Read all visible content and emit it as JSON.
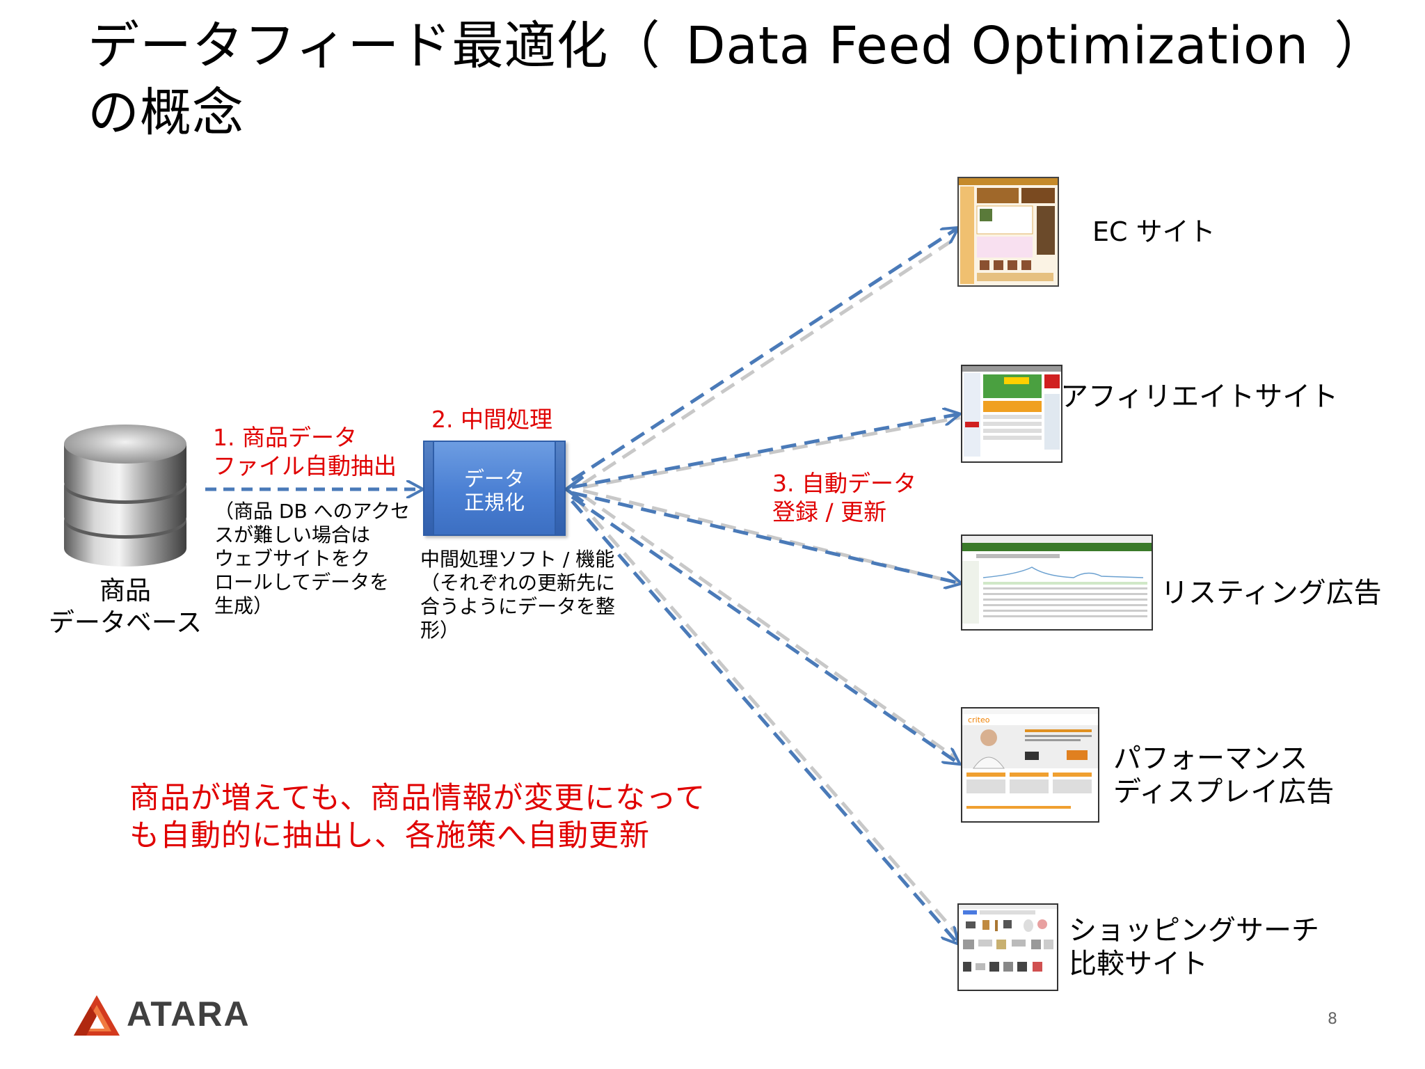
{
  "title": {
    "line1_ja": "データフィード最適化（",
    "line1_en": "Data Feed Optimization",
    "line1_close": "）",
    "line2": "の概念"
  },
  "database": {
    "icon": "database-icon",
    "label_line1": "商品",
    "label_line2": "データベース"
  },
  "step1": {
    "line1": "1. 商品データ",
    "line2": "ファイル自動抽出",
    "note_lines": [
      "（商品 DB へのアクセ",
      "スが難しい場合は",
      "ウェブサイトをク",
      "ロールしてデータを",
      "生成）"
    ]
  },
  "step2": {
    "label": "2. 中間処理",
    "box_line1": "データ",
    "box_line2": "正規化",
    "note_lines": [
      "中間処理ソフト / 機能",
      "（それぞれの更新先に",
      "合うようにデータを整",
      "形）"
    ]
  },
  "step3": {
    "line1": "3. 自動データ",
    "line2": "登録 / 更新"
  },
  "targets": [
    {
      "label_line1": "EC サイト",
      "label_line2": ""
    },
    {
      "label_line1": "アフィリエイトサイト",
      "label_line2": ""
    },
    {
      "label_line1": "リスティング広告",
      "label_line2": ""
    },
    {
      "label_line1": "パフォーマンス",
      "label_line2": "ディスプレイ広告"
    },
    {
      "label_line1": "ショッピングサーチ",
      "label_line2": "比較サイト"
    }
  ],
  "conclusion": {
    "line1": "商品が増えても、商品情報が変更になって",
    "line2": "も自動的に抽出し、各施策へ自動更新"
  },
  "logo": {
    "text": "ATARA",
    "icon": "atara-logo-icon"
  },
  "page_number": "8",
  "colors": {
    "arrow_blue": "#4a7ab8",
    "arrow_gray": "#c8c8c8",
    "accent_red": "#e00000",
    "box_blue": "#4a7fd3"
  }
}
